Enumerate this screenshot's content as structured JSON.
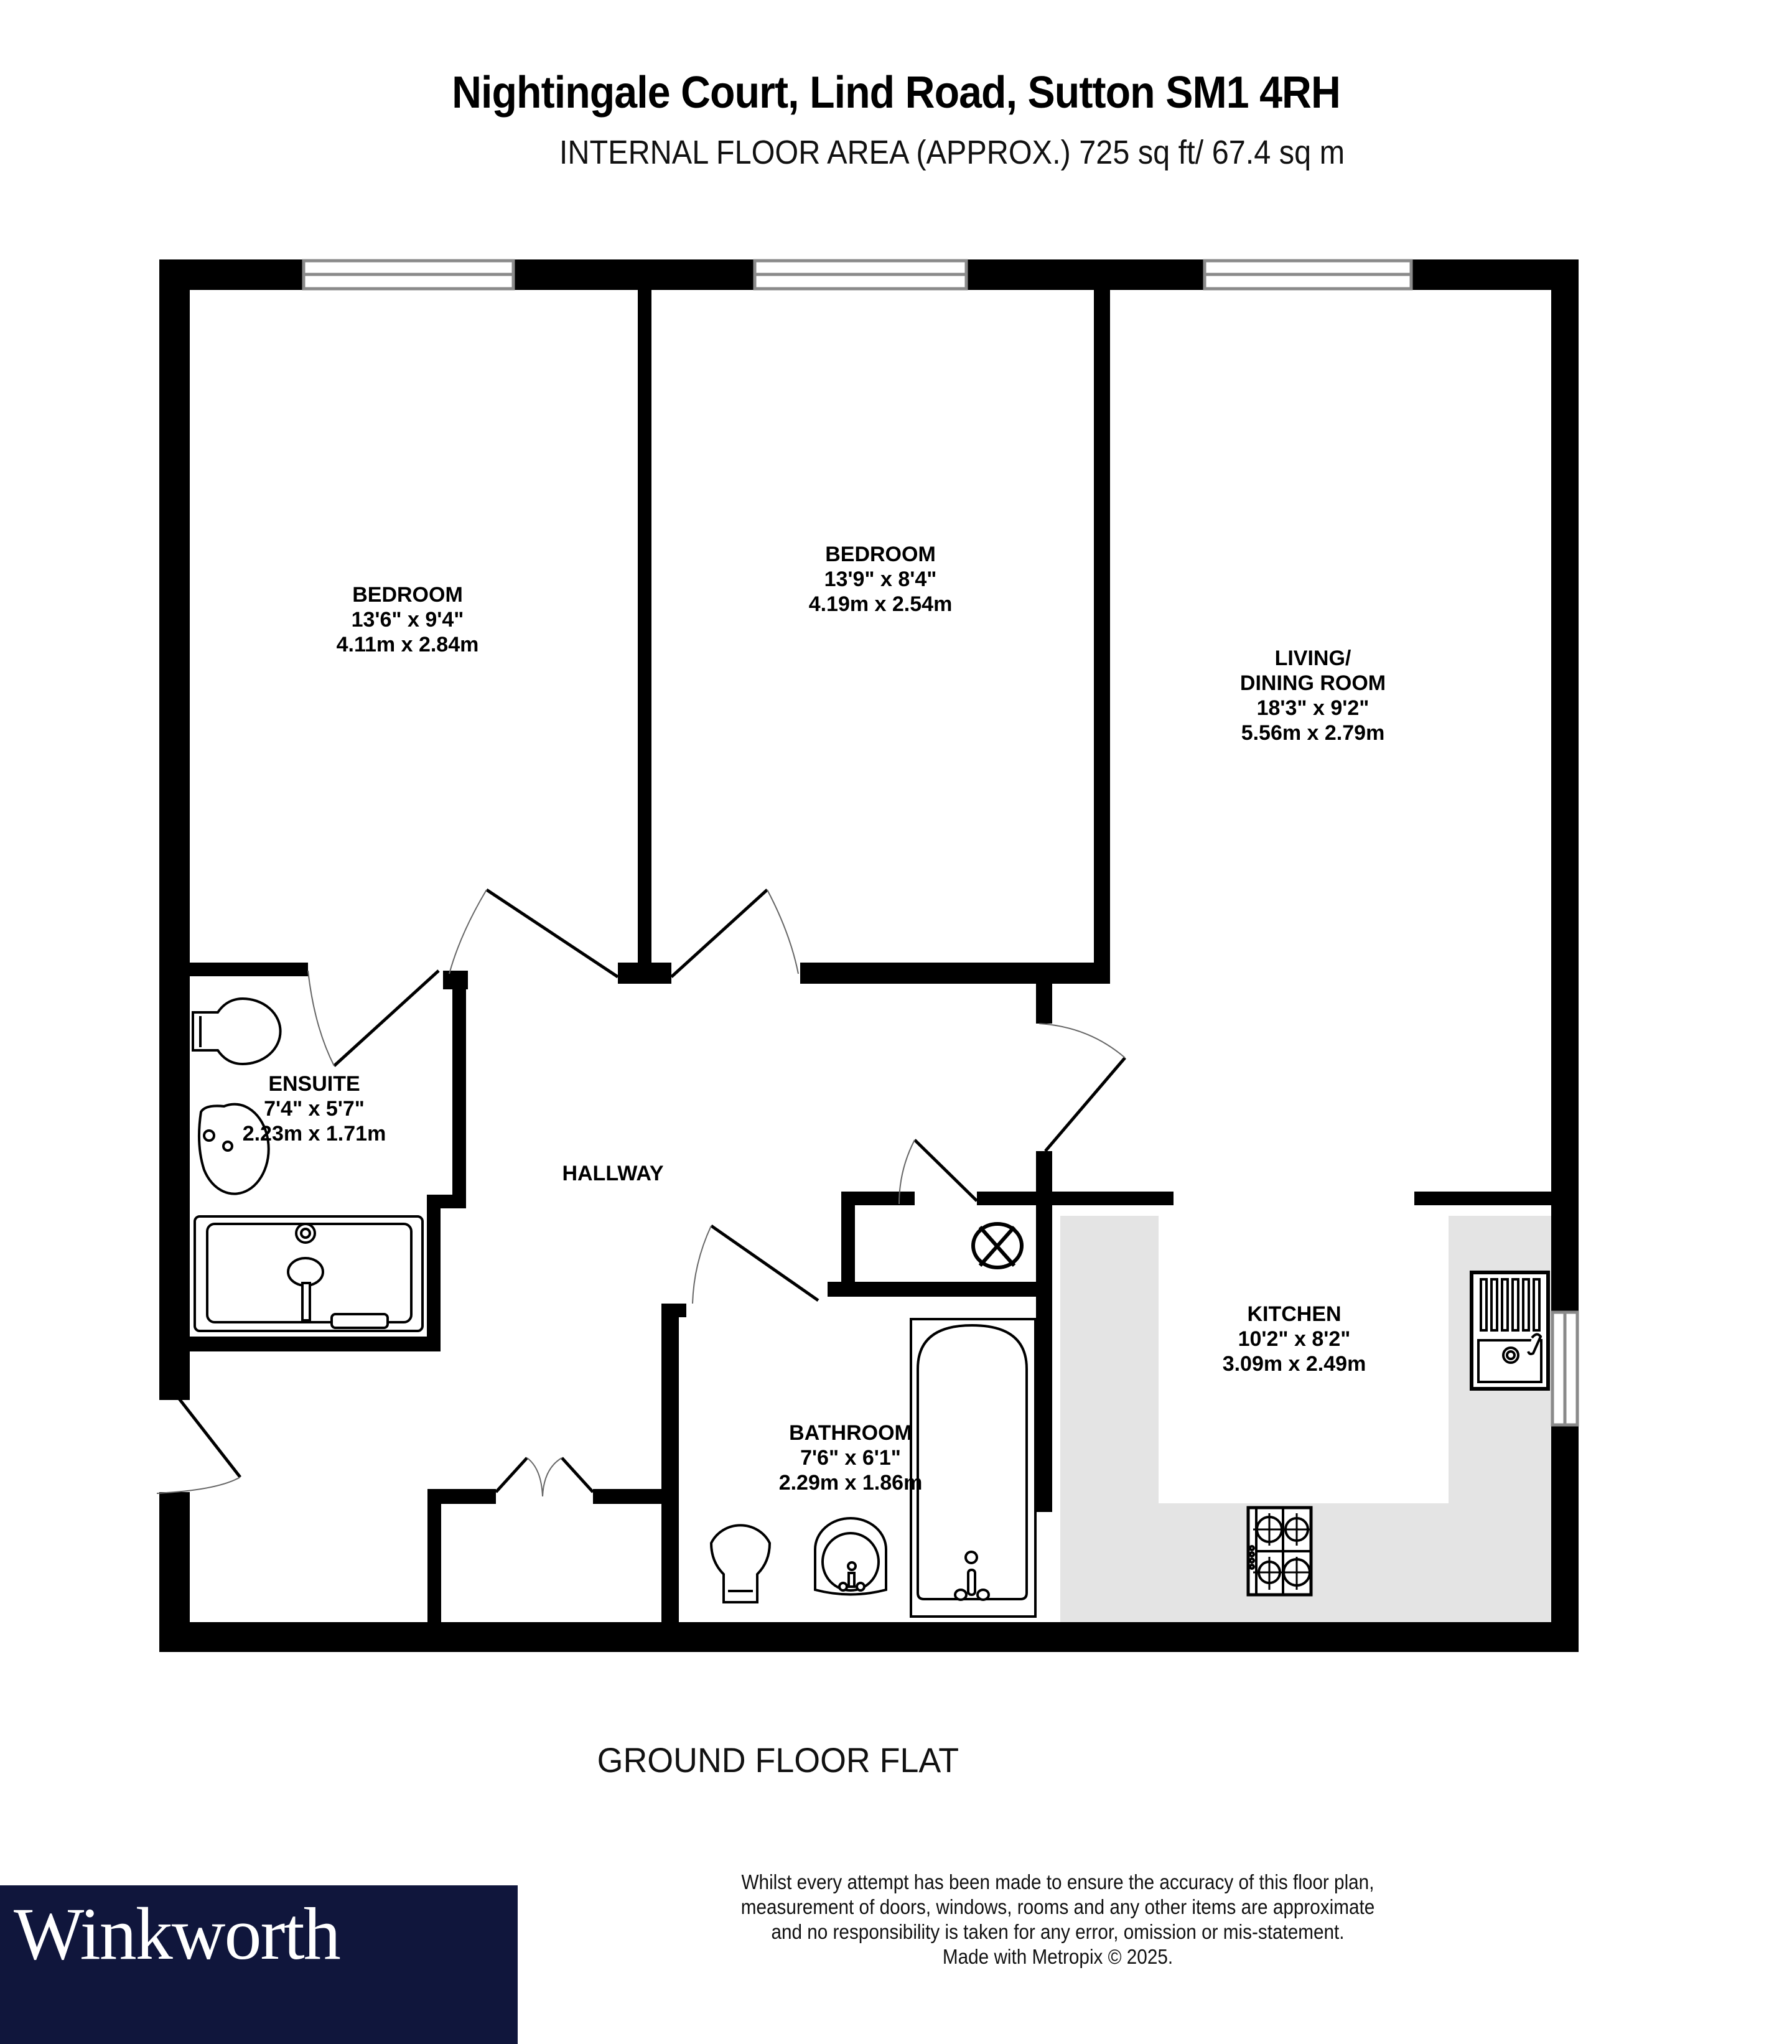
{
  "header": {
    "title": "Nightingale Court, Lind Road, Sutton SM1 4RH",
    "subtitle": "INTERNAL FLOOR AREA (APPROX.) 725 sq ft/ 67.4 sq m"
  },
  "rooms": [
    {
      "name": "BEDROOM",
      "imperial": "13'6\"  x 9'4\"",
      "metric": "4.11m  x 2.84m"
    },
    {
      "name": "BEDROOM",
      "imperial": "13'9\"  x 8'4\"",
      "metric": "4.19m  x 2.54m"
    },
    {
      "name": "LIVING/",
      "name2": "DINING ROOM",
      "imperial": "18'3\"  x 9'2\"",
      "metric": "5.56m  x 2.79m"
    },
    {
      "name": "ENSUITE",
      "imperial": "7'4\"  x 5'7\"",
      "metric": "2.23m  x 1.71m"
    },
    {
      "name": "HALLWAY"
    },
    {
      "name": "KITCHEN",
      "imperial": "10'2\"  x 8'2\"",
      "metric": "3.09m  x 2.49m"
    },
    {
      "name": "BATHROOM",
      "imperial": "7'6\"  x 6'1\"",
      "metric": "2.29m  x 1.86m"
    }
  ],
  "fixtures": {
    "icons": [
      "toilet-icon",
      "basin-icon",
      "shower-tray-icon",
      "bath-icon",
      "boiler-cupboard-icon",
      "sink-drainer-icon",
      "hob-icon",
      "window-icon",
      "door-swing-icon"
    ]
  },
  "floor_label": "GROUND FLOOR FLAT",
  "colors": {
    "walls": "#000000",
    "kitchen_worktop": "#e4e4e4",
    "window_lines": "#8a8a8a",
    "brand_background": "#10163c",
    "brand_text": "#ffffff"
  },
  "brand": {
    "name": "Winkworth"
  },
  "disclaimer": {
    "lines": [
      "Whilst every attempt has been made to ensure the accuracy of this floor plan,",
      "measurement of doors, windows, rooms and any other items are approximate",
      "and no responsibility is taken for any error, omission or mis-statement.",
      "Made with Metropix © 2025."
    ]
  }
}
